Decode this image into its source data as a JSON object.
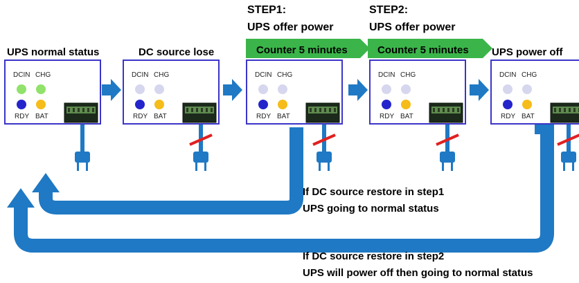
{
  "colors": {
    "panel_border": "#3a35c8",
    "arrow_blue": "#1f79c4",
    "counter_green": "#3bb54a",
    "led_green": "#90e26a",
    "led_off": "#d6d6ee",
    "led_blue": "#2424cc",
    "led_yellow": "#f5bc1a",
    "cut_red": "#e02020"
  },
  "stages": [
    {
      "title": "UPS normal status",
      "dcin": "DCIN",
      "chg": "CHG",
      "rdy": "RDY",
      "bat": "BAT"
    },
    {
      "title": "DC source lose",
      "dcin": "DCIN",
      "chg": "CHG",
      "rdy": "RDY",
      "bat": "BAT"
    },
    {
      "title": "",
      "dcin": "DCIN",
      "chg": "CHG",
      "rdy": "RDY",
      "bat": "BAT"
    },
    {
      "title": "",
      "dcin": "DCIN",
      "chg": "CHG",
      "rdy": "RDY",
      "bat": "BAT"
    },
    {
      "title": "UPS power off",
      "dcin": "DCIN",
      "chg": "CHG",
      "rdy": "RDY",
      "bat": "BAT"
    }
  ],
  "steps": [
    {
      "line1": "STEP1:",
      "line2": "UPS offer power",
      "counter": "Counter 5 minutes"
    },
    {
      "line1": "STEP2:",
      "line2": "UPS offer power",
      "counter": "Counter 5 minutes"
    }
  ],
  "notes": {
    "step1_line1": "If DC source restore in step1",
    "step1_line2": "UPS going to normal status",
    "step2_line1": "If DC source restore in step2",
    "step2_line2": "UPS will power off then going to normal status"
  }
}
